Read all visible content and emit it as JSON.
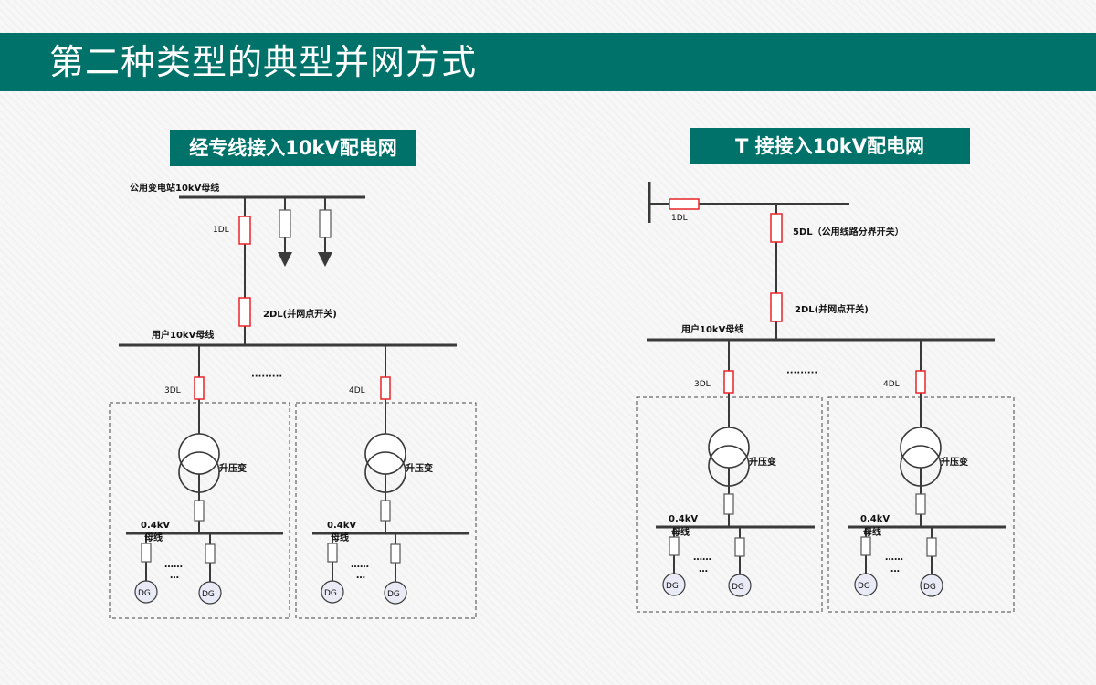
{
  "page_title": "第二种类型的典型并网方式",
  "left": {
    "label": "经专线接入10kV配电网",
    "bus_top": "公用变电站10kV母线",
    "breaker_1": "1DL",
    "breaker_2": "2DL(并网点开关)",
    "bus_user": "用户10kV母线",
    "breaker_3": "3DL",
    "breaker_4": "4DL",
    "ellipsis": "·········",
    "transformer": "升压变",
    "lv_bus_line1": "0.4kV",
    "lv_bus_line2": "母线",
    "dg": "DG",
    "dots_row1": "……",
    "dots_row2": "…"
  },
  "right": {
    "label": "T 接接入10kV配电网",
    "breaker_1": "1DL",
    "breaker_5": "5DL（公用线路分界开关）",
    "breaker_2": "2DL(并网点开关)",
    "bus_user": "用户10kV母线",
    "breaker_3": "3DL",
    "breaker_4": "4DL",
    "ellipsis": "·········",
    "transformer": "升压变",
    "lv_bus_line1": "0.4kV",
    "lv_bus_line2": "母线",
    "dg": "DG",
    "dots_row1": "……",
    "dots_row2": "…"
  },
  "colors": {
    "accent": "#00726a",
    "breaker_red": "#e8252a",
    "line": "#3a3a3a"
  }
}
